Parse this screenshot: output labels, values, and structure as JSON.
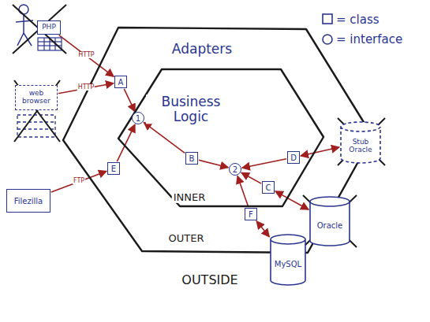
{
  "diagram": {
    "nodes": [
      {
        "text": [
          "Adapters",
          "OUTER"
        ]
      },
      {
        "text": [
          "Business Logic",
          "INNER"
        ],
        "in": 0
      },
      {
        "text": [
          "A"
        ],
        "in": 0
      },
      {
        "text": [
          "1"
        ],
        "in": 1
      },
      {
        "text": [
          "B"
        ],
        "in": 1
      },
      {
        "text": [
          "2"
        ],
        "in": 1
      },
      {
        "text": [
          "D"
        ],
        "in": 1
      },
      {
        "text": [
          "E"
        ],
        "in": 0
      },
      {
        "text": [
          "C"
        ],
        "in": 1
      },
      {
        "text": [
          "F"
        ],
        "in": 0
      },
      {
        "text": [
          "PHP"
        ]
      },
      {
        "text": [
          "web browser"
        ]
      },
      {
        "text": [
          "Filezilla"
        ]
      },
      {
        "text": [
          "Stub Oracle"
        ]
      },
      {
        "text": [
          "Oracle"
        ]
      },
      {
        "text": [
          "MySQL"
        ]
      }
    ],
    "edges": [
      {
        "from": 10,
        "to": 2,
        "arrow": "to",
        "label": "HTTP"
      },
      {
        "from": 11,
        "to": 2,
        "arrow": "to",
        "label": "HTTP"
      },
      {
        "from": 12,
        "to": 7,
        "arrow": "to",
        "label": "FTP"
      },
      {
        "from": 2,
        "to": 3,
        "arrow": "to"
      },
      {
        "from": 7,
        "to": 3,
        "arrow": "to"
      },
      {
        "from": 4,
        "to": 3,
        "arrow": "to"
      },
      {
        "from": 4,
        "to": 5,
        "arrow": "to"
      },
      {
        "from": 6,
        "to": 5,
        "arrow": "to"
      },
      {
        "from": 8,
        "to": 5,
        "arrow": "to"
      },
      {
        "from": 9,
        "to": 5,
        "arrow": "to"
      },
      {
        "from": 6,
        "to": 13,
        "arrow": "both"
      },
      {
        "from": 8,
        "to": 14,
        "arrow": "both"
      },
      {
        "from": 9,
        "to": 15,
        "arrow": "both"
      }
    ],
    "labels": [
      "OUTSIDE"
    ],
    "legend": [
      {
        "text": "= class"
      },
      {
        "text": "= interface"
      }
    ]
  }
}
